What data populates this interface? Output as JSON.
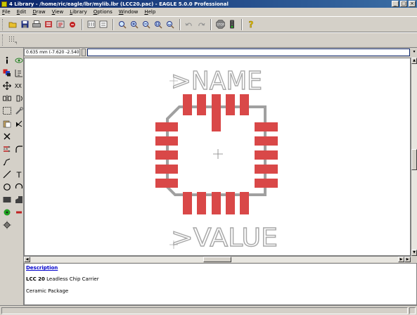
{
  "window": {
    "title": "4 Library - /home/ric/eagle/lbr/mylib.lbr (LCC20.pac) - EAGLE 5.0.0 Professional",
    "controls": [
      "_",
      "□",
      "×"
    ]
  },
  "menu": [
    "File",
    "Edit",
    "Draw",
    "View",
    "Library",
    "Options",
    "Window",
    "Help"
  ],
  "toolbar": {
    "icons": [
      "open-icon",
      "save-icon",
      "print-icon",
      "cam-icon",
      "script-icon",
      "ulp-icon",
      "use-icon",
      "script-run-icon",
      "zoom-fit-icon",
      "zoom-in-icon",
      "zoom-out-icon",
      "zoom-select-icon",
      "redraw-icon",
      "undo-icon",
      "redo-icon",
      "stop-icon",
      "go-icon",
      "help-icon"
    ]
  },
  "command": {
    "coordinates": "0.635 mm (-7.620 -2.540)",
    "input_value": ""
  },
  "canvas": {
    "name_label": ">NAME",
    "value_label": ">VALUE",
    "pad_color": "#d94848",
    "outline_color": "#a0a0a0",
    "text_color": "#a8a8a8"
  },
  "description": {
    "heading": "Description",
    "part_name": "LCC 20",
    "part_desc": " Leadless Chip Carrier",
    "package": "Ceramic Package"
  }
}
